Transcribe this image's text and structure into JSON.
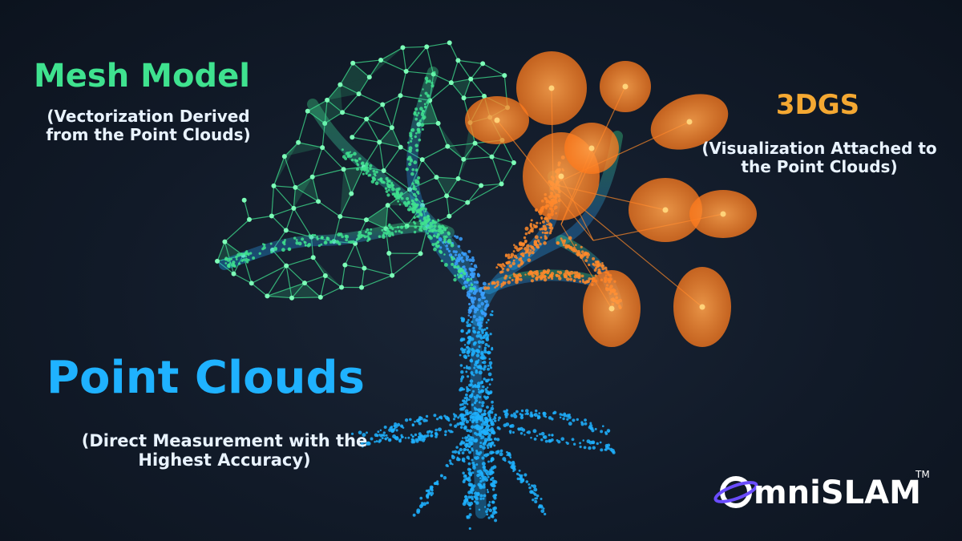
{
  "labels": {
    "mesh_title": "Mesh Model",
    "mesh_sub": "(Vectorization  Derived from the Point Clouds)",
    "gs_title": "3DGS",
    "gs_sub": "(Visualization Attached to the Point Clouds)",
    "pc_title": "Point Clouds",
    "pc_sub": "(Direct Measurement with the Highest Accuracy)"
  },
  "logo": {
    "text": "mniSLAM",
    "tm": "TM"
  },
  "colors": {
    "mesh": "#3fe28f",
    "gaussian": "#ff8a2a",
    "points": "#1fb2ff",
    "background": "#111a28"
  }
}
